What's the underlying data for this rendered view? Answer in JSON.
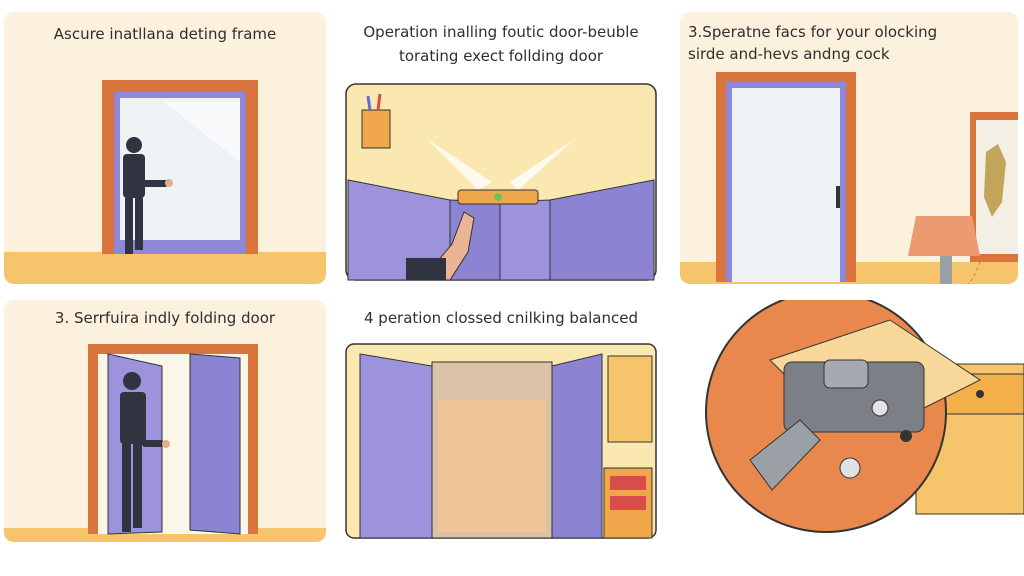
{
  "steps": [
    {
      "caption": "Ascure inatllana deting frame"
    },
    {
      "caption_line1": "Operation inalling foutic door-beuble",
      "caption_line2": "torating exect follding door"
    },
    {
      "caption_line1": "3.Speratne facs for your olocking",
      "caption_line2": "sirde and-hevs andng cock"
    },
    {
      "caption": "3. Serrfuira indly folding door"
    },
    {
      "caption": "4 peration clossed cnilking balanced"
    }
  ],
  "colors": {
    "panel_bg": "#fbf1dc",
    "floor": "#f6c46b",
    "door_frame": "#d9743c",
    "door_panel": "#9c93dc",
    "glass": "#eef2f5",
    "worker": "#2f3440",
    "lock_metal": "#7c7f86",
    "lock_circle": "#e9884d"
  }
}
